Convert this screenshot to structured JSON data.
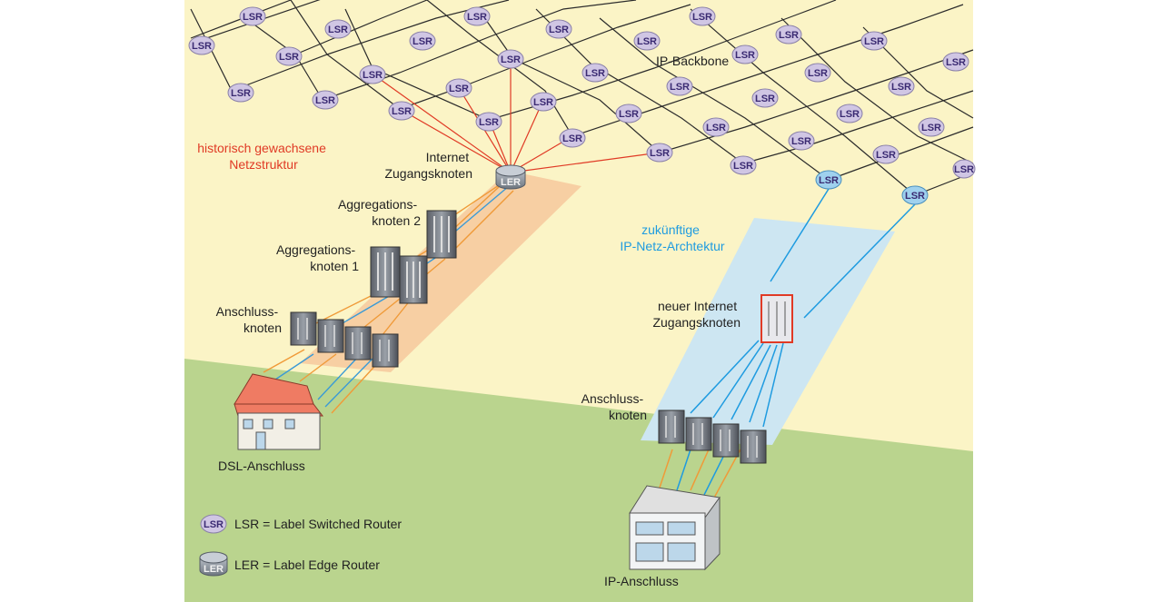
{
  "labels": {
    "ip_backbone": "IP-Backbone",
    "historic_line1": "historisch gewachsene",
    "historic_line2": "Netzstruktur",
    "internet_access_line1": "Internet",
    "internet_access_line2": "Zugangsknoten",
    "aggregation2_line1": "Aggregations-",
    "aggregation2_line2": "knoten 2",
    "aggregation1_line1": "Aggregations-",
    "aggregation1_line2": "knoten 1",
    "access_left_line1": "Anschluss-",
    "access_left_line2": "knoten",
    "dsl": "DSL-Anschluss",
    "future_line1": "zukünftige",
    "future_line2": "IP-Netz-Archtektur",
    "new_access_line1": "neuer Internet",
    "new_access_line2": "Zugangsknoten",
    "access_right_line1": "Anschluss-",
    "access_right_line2": "knoten",
    "ip_connection": "IP-Anschluss"
  },
  "router_text": {
    "lsr": "LSR",
    "ler": "LER"
  },
  "legend": {
    "lsr": "LSR = Label Switched Router",
    "ler": "LER = Label Edge Router"
  },
  "colors": {
    "background_top": "#fbf4c6",
    "background_bottom": "#bad48e",
    "old_path": "#f7cfa3",
    "new_path": "#cde6f2",
    "red_link": "#e03a25",
    "blue_link": "#1e9be0",
    "orange_link": "#f09a38",
    "router_purple": "#d0c6e4",
    "router_blue": "#9fd1ee",
    "house_roof": "#ef7b63"
  }
}
